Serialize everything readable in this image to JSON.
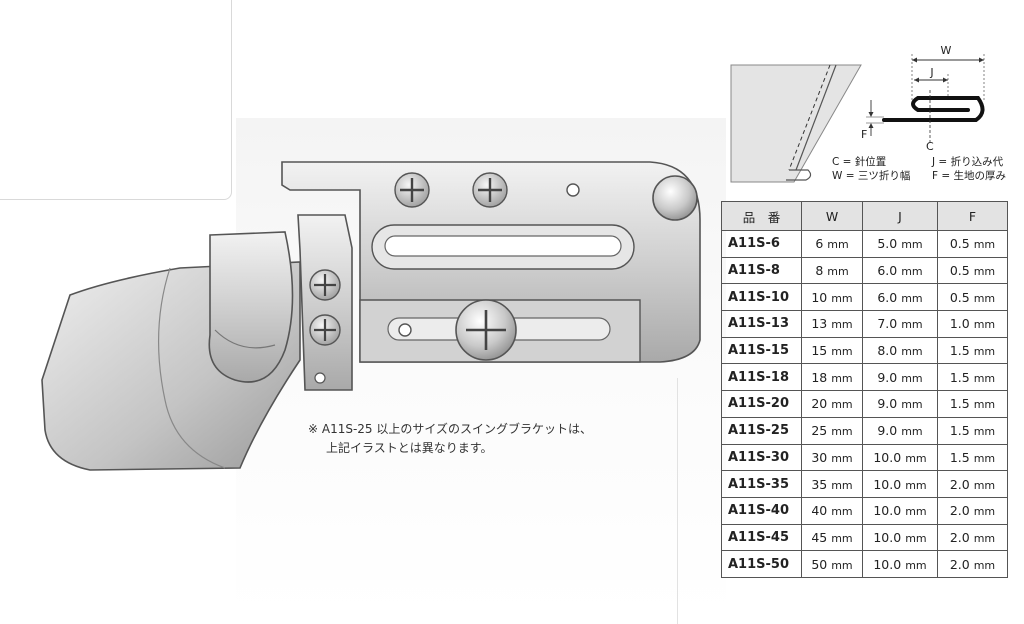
{
  "note": {
    "line1": "※ A11S-25 以上のサイズのスイングブラケットは、",
    "line2": "上記イラストとは異なります。"
  },
  "diagram": {
    "w_label": "W",
    "j_label": "J",
    "f_label": "F",
    "c_label": "C"
  },
  "legend": {
    "c": "C = 針位置",
    "j": "J = 折り込み代",
    "w": "W = 三ツ折り幅",
    "f": "F = 生地の厚み"
  },
  "table": {
    "headers": [
      "品　番",
      "W",
      "J",
      "F"
    ],
    "unit": "mm",
    "rows": [
      {
        "part": "A11S-6",
        "w": "6",
        "j": "5.0",
        "f": "0.5"
      },
      {
        "part": "A11S-8",
        "w": "8",
        "j": "6.0",
        "f": "0.5"
      },
      {
        "part": "A11S-10",
        "w": "10",
        "j": "6.0",
        "f": "0.5"
      },
      {
        "part": "A11S-13",
        "w": "13",
        "j": "7.0",
        "f": "1.0"
      },
      {
        "part": "A11S-15",
        "w": "15",
        "j": "8.0",
        "f": "1.5"
      },
      {
        "part": "A11S-18",
        "w": "18",
        "j": "9.0",
        "f": "1.5"
      },
      {
        "part": "A11S-20",
        "w": "20",
        "j": "9.0",
        "f": "1.5"
      },
      {
        "part": "A11S-25",
        "w": "25",
        "j": "9.0",
        "f": "1.5"
      },
      {
        "part": "A11S-30",
        "w": "30",
        "j": "10.0",
        "f": "1.5"
      },
      {
        "part": "A11S-35",
        "w": "35",
        "j": "10.0",
        "f": "2.0"
      },
      {
        "part": "A11S-40",
        "w": "40",
        "j": "10.0",
        "f": "2.0"
      },
      {
        "part": "A11S-45",
        "w": "45",
        "j": "10.0",
        "f": "2.0"
      },
      {
        "part": "A11S-50",
        "w": "50",
        "j": "10.0",
        "f": "2.0"
      }
    ]
  }
}
